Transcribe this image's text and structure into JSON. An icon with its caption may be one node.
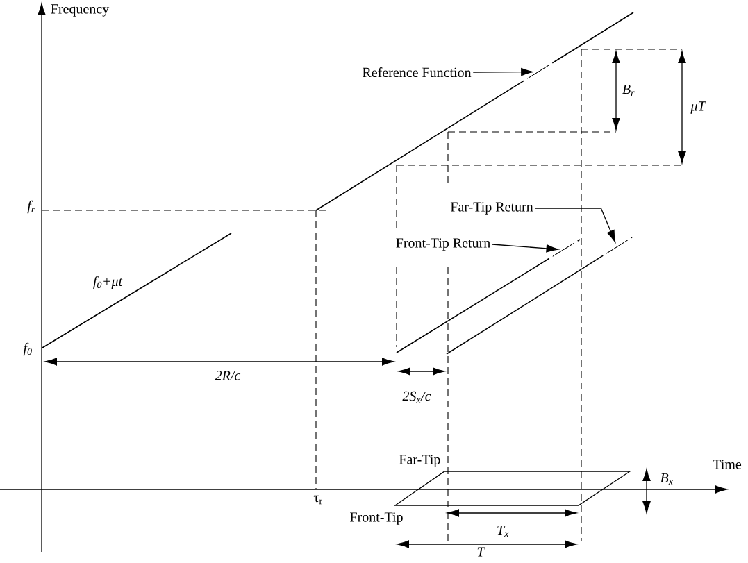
{
  "diagram": {
    "nodes": [
      {
        "text": [
          "Reference Function"
        ]
      },
      {
        "text": [],
        "shape": "line"
      },
      {
        "text": [
          "Far-Tip Return"
        ]
      },
      {
        "text": [],
        "shape": "line"
      },
      {
        "text": [
          "Front-Tip Return"
        ]
      },
      {
        "text": [],
        "shape": "line"
      }
    ],
    "edges": [
      {
        "from": 0,
        "to": 1,
        "arrow": "to"
      },
      {
        "from": 2,
        "to": 3,
        "arrow": "to"
      },
      {
        "from": 4,
        "to": 5,
        "arrow": "to"
      }
    ],
    "labels": [
      "Frequency",
      "B$_{r}$",
      "μT",
      "f$_{r}$",
      "f$_{0}$+μt",
      "f$_{0}$",
      "2R/c",
      "2S$_{x}$/c",
      "Far-Tip",
      "Time",
      "B$_{x}$",
      "τ$_{r}$",
      "Front-Tip",
      "T$_{x}$",
      "T"
    ]
  }
}
